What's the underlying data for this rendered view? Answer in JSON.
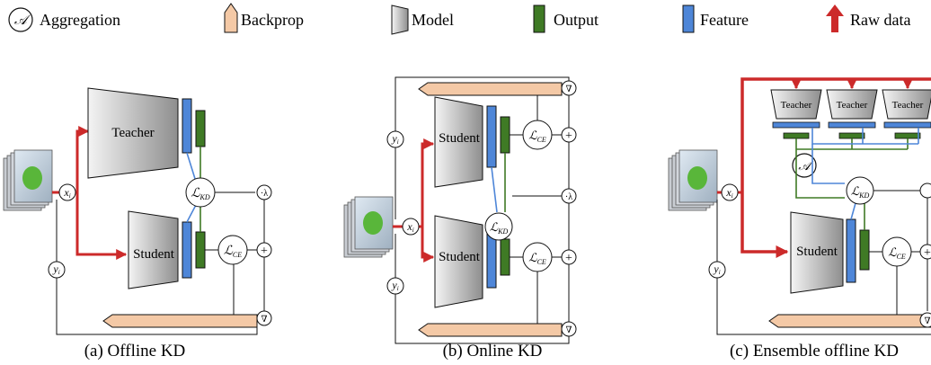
{
  "legend": {
    "aggregation": {
      "symbol": "𝒜",
      "label": "Aggregation"
    },
    "backprop": "Backprop",
    "model": "Model",
    "output": "Output",
    "feature": "Feature",
    "raw_data": "Raw data"
  },
  "colors": {
    "raw_data": "#cc2a2a",
    "feature": "#4e86d8",
    "output": "#3f7a25",
    "backprop": "#f4c9a6",
    "model_light": "#f4f4f4",
    "model_dark": "#8e8e8e"
  },
  "symbols": {
    "x": "x",
    "x_sub": "i",
    "y": "y",
    "y_sub": "i",
    "L": "ℒ",
    "kd": "KD",
    "ce": "CE",
    "plus": "+",
    "nabla": "∇",
    "lambda": "·λ"
  },
  "panels": {
    "a": {
      "teacher": "Teacher",
      "student": "Student",
      "caption": "(a) Offline KD"
    },
    "b": {
      "student_top": "Student",
      "student_bottom": "Student",
      "caption": "(b) Online KD"
    },
    "c": {
      "teachers": [
        "Teacher",
        "Teacher",
        "Teacher"
      ],
      "student": "Student",
      "caption": "(c) Ensemble offline KD"
    }
  }
}
